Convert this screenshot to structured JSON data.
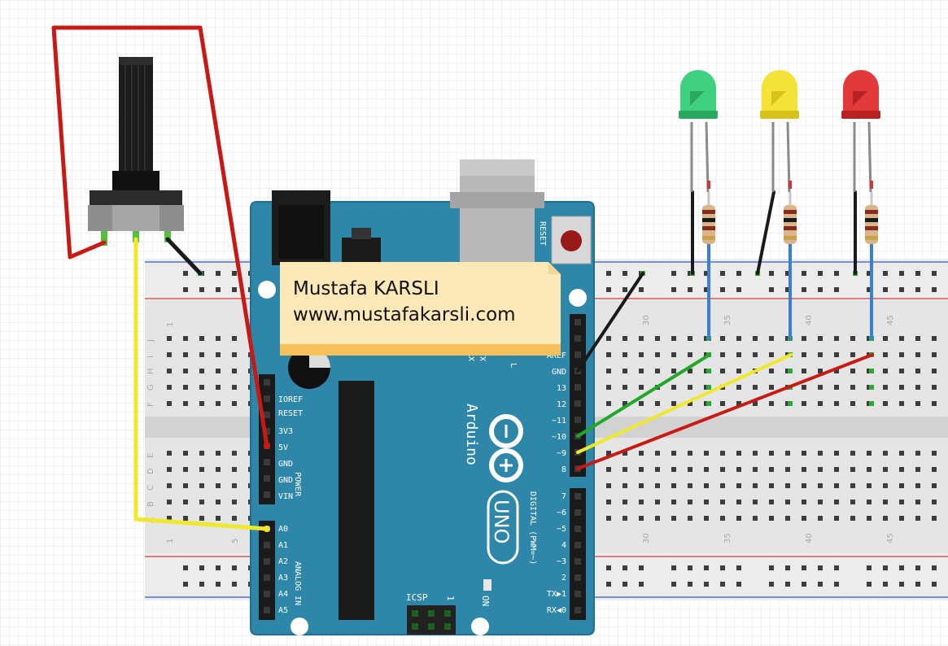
{
  "colors": {
    "board": "#2e87a8",
    "board_dark": "#1f6f8f",
    "breadboard": "#e6e6e6",
    "wire_red": "#c81a14",
    "wire_black": "#1a1a1a",
    "wire_yellow": "#f0e82a",
    "wire_green": "#22a828",
    "wire_blue": "#3a7fd6",
    "led_green": "#3fd080",
    "led_yellow": "#f3e23a",
    "led_red": "#e23a3a",
    "note_bg": "#fde8b8",
    "note_bar": "#f6c15a"
  },
  "note": {
    "line1": "Mustafa KARSLI",
    "line2": "www.mustafakarsli.com"
  },
  "breadboard": {
    "row_letters_top": [
      "J",
      "I",
      "H",
      "G",
      "F"
    ],
    "row_letters_bottom": [
      "E",
      "D",
      "C",
      "B",
      "A"
    ],
    "top_numbers": [
      "1",
      "30",
      "35",
      "40",
      "45"
    ],
    "bottom_numbers": [
      "1",
      "5",
      "30",
      "35",
      "40",
      "45"
    ]
  },
  "arduino": {
    "brand": "Arduino",
    "model": "UNO",
    "reset_label": "RESET",
    "tx_label": "TX",
    "rx_label": "RX",
    "l_label": "L",
    "on_label": "ON",
    "icsp_label": "ICSP",
    "icsp_pin": "1",
    "power_header": [
      "IOREF",
      "RESET",
      "3V3",
      "5V",
      "GND",
      "GND",
      "VIN"
    ],
    "power_group_label": "POWER",
    "analog_header": [
      "A0",
      "A1",
      "A2",
      "A3",
      "A4",
      "A5"
    ],
    "analog_group_label": "ANALOG IN",
    "digital_top": [
      "AREF",
      "GND",
      "13",
      "12",
      "~11",
      "~10",
      "~9",
      "8"
    ],
    "digital_bottom": [
      "7",
      "~6",
      "~5",
      "4",
      "~3",
      "2",
      "TX▶1",
      "RX◀0"
    ],
    "digital_group_label": "DIGITAL (PWM=~)"
  },
  "leds": [
    {
      "color": "green"
    },
    {
      "color": "yellow"
    },
    {
      "color": "red"
    }
  ]
}
